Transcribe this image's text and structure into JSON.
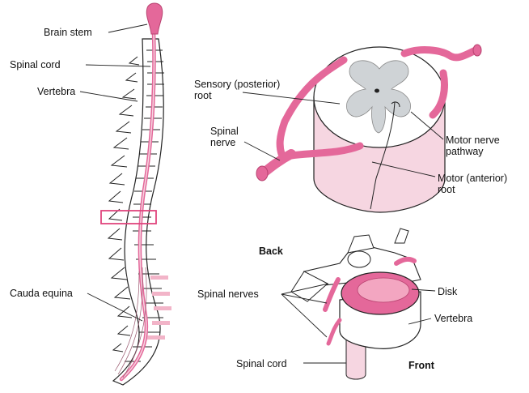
{
  "labels": {
    "brain_stem": "Brain stem",
    "spinal_cord_left": "Spinal cord",
    "vertebra_left": "Vertebra",
    "cauda_equina": "Cauda equina",
    "sensory_root_line1": "Sensory (posterior)",
    "sensory_root_line2": "root",
    "spinal_nerve_line1": "Spinal",
    "spinal_nerve_line2": "nerve",
    "motor_pathway_line1": "Motor nerve",
    "motor_pathway_line2": "pathway",
    "motor_root_line1": "Motor (anterior)",
    "motor_root_line2": "root",
    "back": "Back",
    "spinal_nerves": "Spinal nerves",
    "disk": "Disk",
    "vertebra_right": "Vertebra",
    "spinal_cord_bottom": "Spinal cord",
    "front": "Front"
  },
  "colors": {
    "nerve_pink": "#e4689a",
    "light_pink": "#f6d6e1",
    "gray_matter": "#cfd3d6",
    "outline": "#222222",
    "highlight_box": "#e0457e"
  }
}
